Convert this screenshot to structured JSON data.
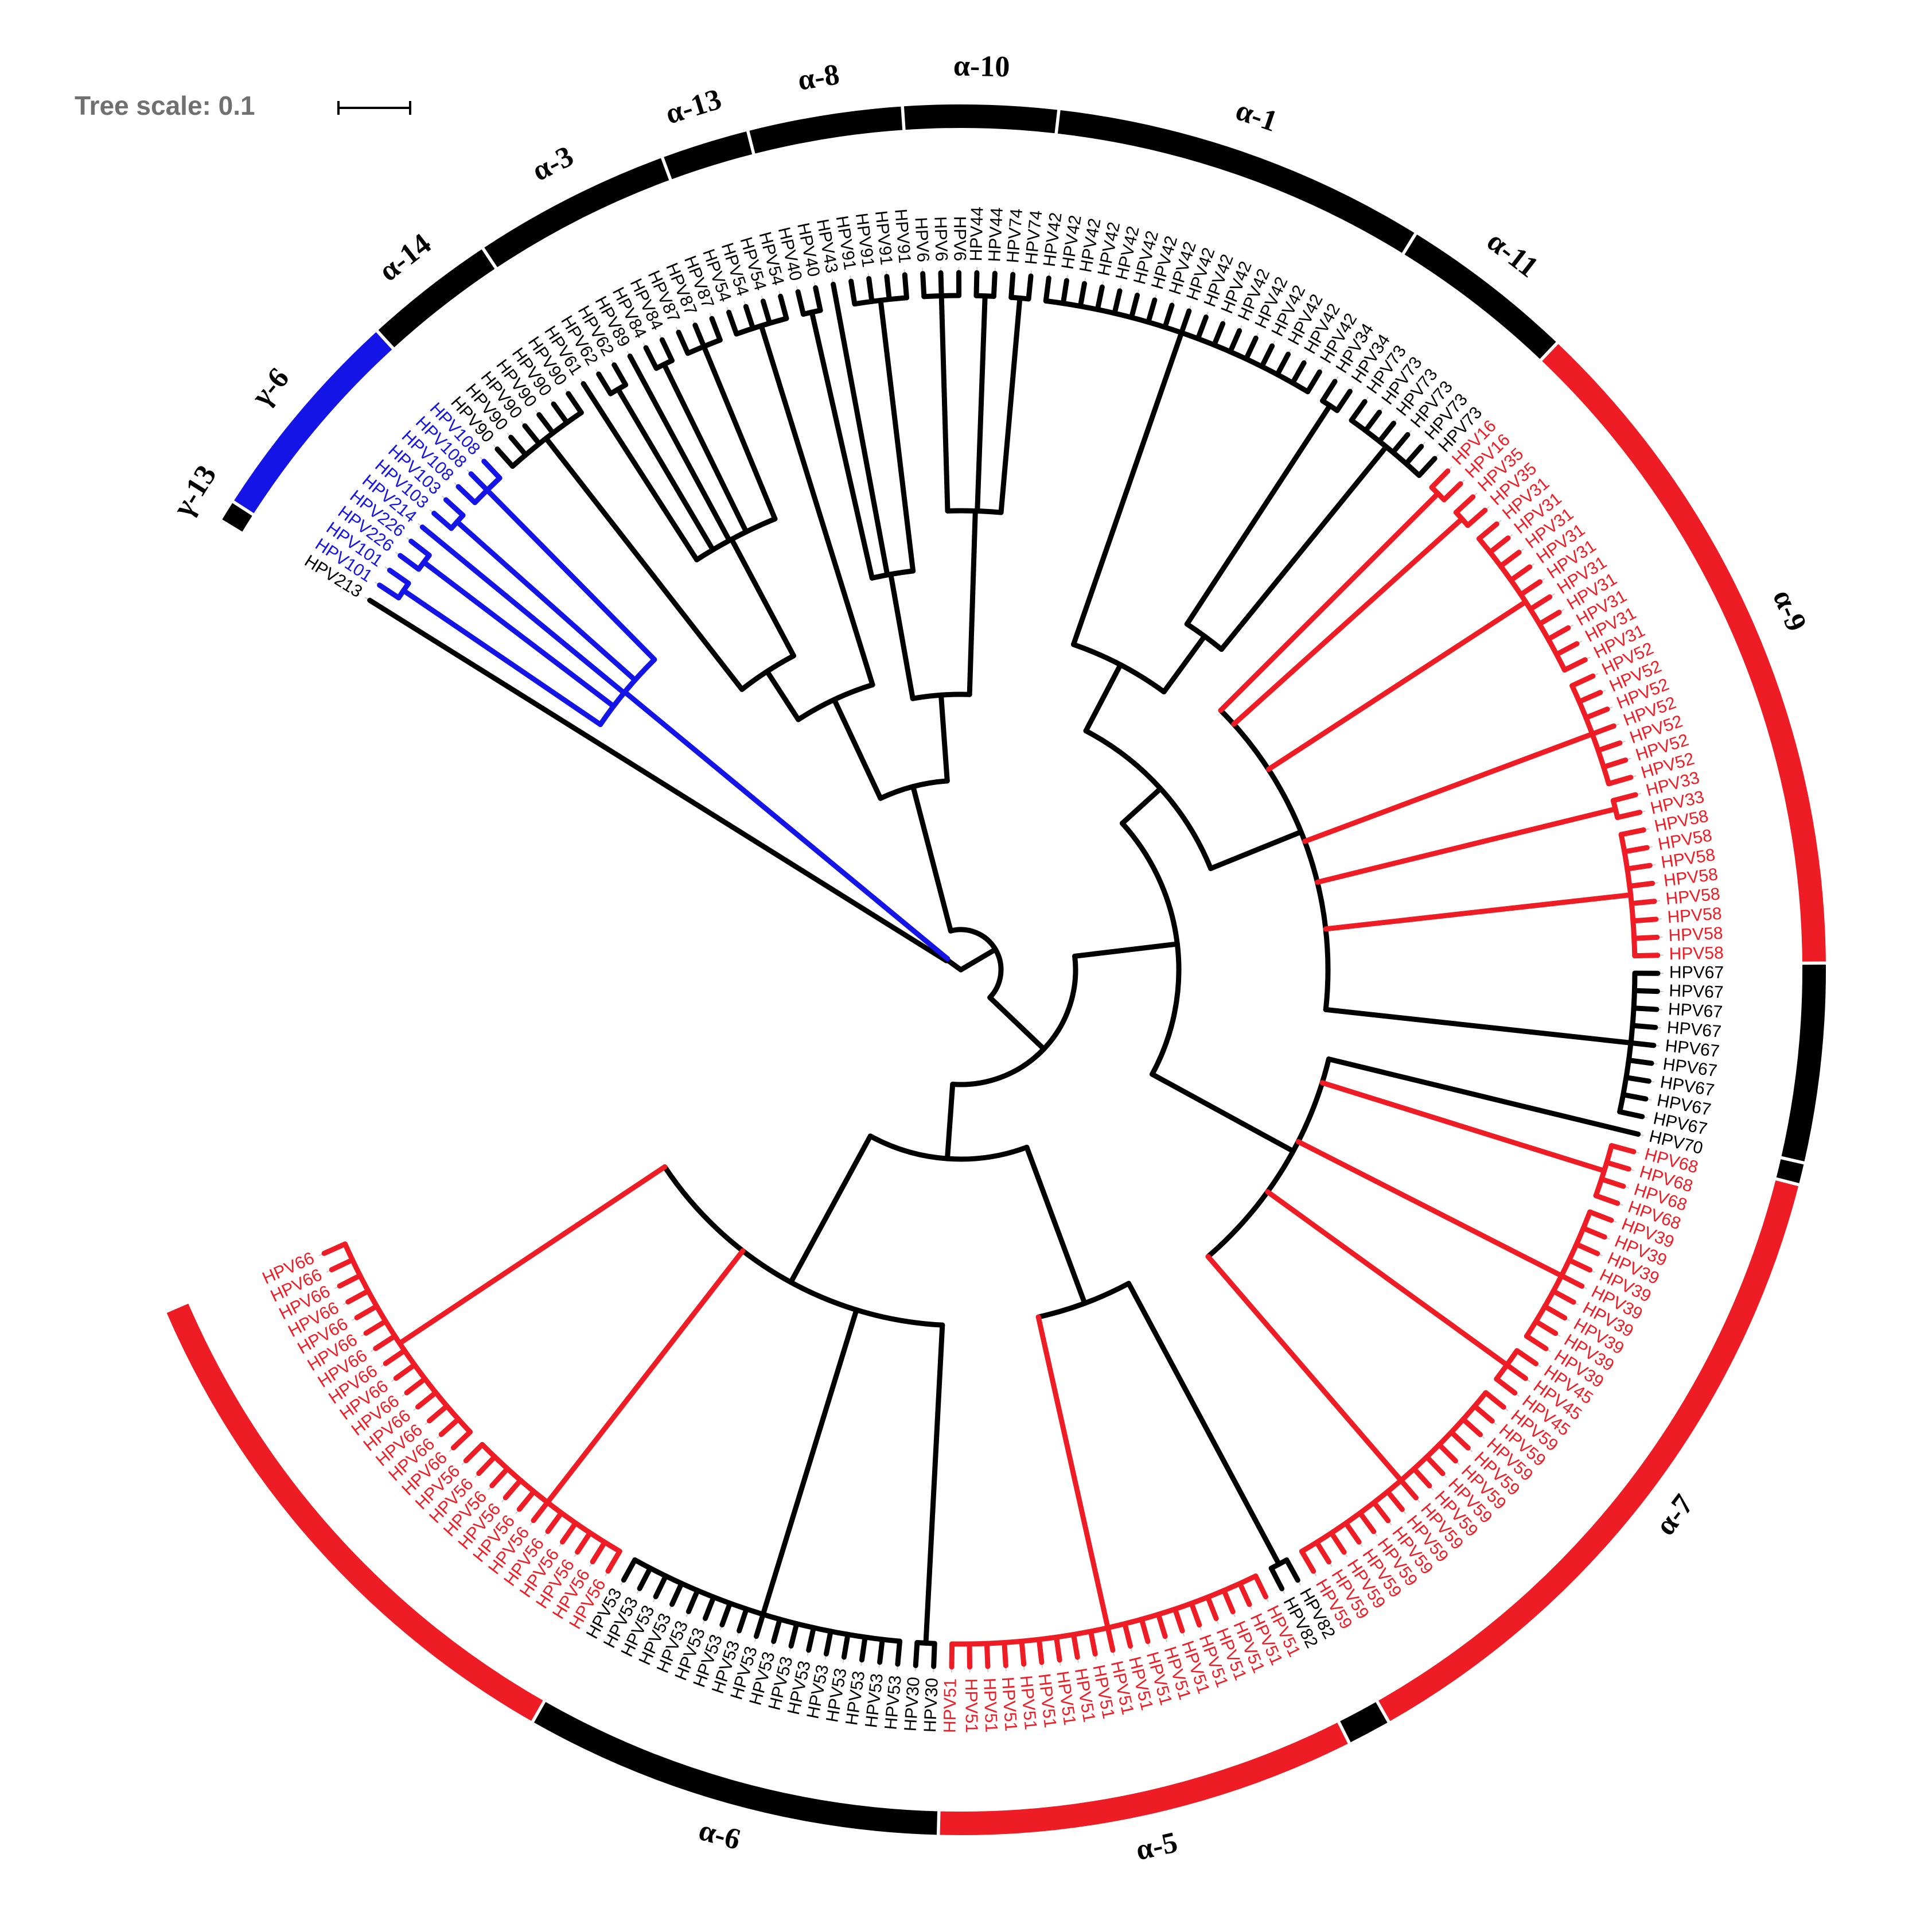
{
  "figure": {
    "scale_label": "Tree scale: 0.1",
    "colors": {
      "black": "#000000",
      "red": "#ee1c25",
      "blue": "#1414e6",
      "scale_text": "#707070"
    }
  },
  "leaves": [
    {
      "label": "HPV213",
      "group": "gamma-13",
      "color": "black"
    },
    {
      "label": "HPV101",
      "group": "gamma-6",
      "color": "blue"
    },
    {
      "label": "HPV101",
      "group": "gamma-6",
      "color": "blue"
    },
    {
      "label": "HPV226",
      "group": "gamma-6",
      "color": "blue"
    },
    {
      "label": "HPV226",
      "group": "gamma-6",
      "color": "blue"
    },
    {
      "label": "HPV214",
      "group": "gamma-6",
      "color": "blue"
    },
    {
      "label": "HPV103",
      "group": "gamma-6",
      "color": "blue"
    },
    {
      "label": "HPV103",
      "group": "gamma-6",
      "color": "blue"
    },
    {
      "label": "HPV108",
      "group": "gamma-6",
      "color": "blue"
    },
    {
      "label": "HPV108",
      "group": "gamma-6",
      "color": "blue"
    },
    {
      "label": "HPV108",
      "group": "gamma-6",
      "color": "blue"
    },
    {
      "label": "HPV90",
      "group": "alpha-14",
      "color": "black"
    },
    {
      "label": "HPV90",
      "group": "alpha-14",
      "color": "black"
    },
    {
      "label": "HPV90",
      "group": "alpha-14",
      "color": "black"
    },
    {
      "label": "HPV90",
      "group": "alpha-14",
      "color": "black"
    },
    {
      "label": "HPV90",
      "group": "alpha-14",
      "color": "black"
    },
    {
      "label": "HPV90",
      "group": "alpha-14",
      "color": "black"
    },
    {
      "label": "HPV61",
      "group": "alpha-3",
      "color": "black"
    },
    {
      "label": "HPV62",
      "group": "alpha-3",
      "color": "black"
    },
    {
      "label": "HPV62",
      "group": "alpha-3",
      "color": "black"
    },
    {
      "label": "HPV89",
      "group": "alpha-3",
      "color": "black"
    },
    {
      "label": "HPV84",
      "group": "alpha-3",
      "color": "black"
    },
    {
      "label": "HPV84",
      "group": "alpha-3",
      "color": "black"
    },
    {
      "label": "HPV87",
      "group": "alpha-3",
      "color": "black"
    },
    {
      "label": "HPV87",
      "group": "alpha-3",
      "color": "black"
    },
    {
      "label": "HPV87",
      "group": "alpha-3",
      "color": "black"
    },
    {
      "label": "HPV54",
      "group": "alpha-13",
      "color": "black"
    },
    {
      "label": "HPV54",
      "group": "alpha-13",
      "color": "black"
    },
    {
      "label": "HPV54",
      "group": "alpha-13",
      "color": "black"
    },
    {
      "label": "HPV54",
      "group": "alpha-13",
      "color": "black"
    },
    {
      "label": "HPV40",
      "group": "alpha-8",
      "color": "black"
    },
    {
      "label": "HPV40",
      "group": "alpha-8",
      "color": "black"
    },
    {
      "label": "HPV43",
      "group": "alpha-8",
      "color": "black"
    },
    {
      "label": "HPV91",
      "group": "alpha-8",
      "color": "black"
    },
    {
      "label": "HPV91",
      "group": "alpha-8",
      "color": "black"
    },
    {
      "label": "HPV91",
      "group": "alpha-8",
      "color": "black"
    },
    {
      "label": "HPV91",
      "group": "alpha-8",
      "color": "black"
    },
    {
      "label": "HPV6",
      "group": "alpha-10",
      "color": "black"
    },
    {
      "label": "HPV6",
      "group": "alpha-10",
      "color": "black"
    },
    {
      "label": "HPV6",
      "group": "alpha-10",
      "color": "black"
    },
    {
      "label": "HPV44",
      "group": "alpha-10",
      "color": "black"
    },
    {
      "label": "HPV44",
      "group": "alpha-10",
      "color": "black"
    },
    {
      "label": "HPV74",
      "group": "alpha-10",
      "color": "black"
    },
    {
      "label": "HPV74",
      "group": "alpha-10",
      "color": "black"
    },
    {
      "label": "HPV42",
      "group": "alpha-1",
      "color": "black"
    },
    {
      "label": "HPV42",
      "group": "alpha-1",
      "color": "black"
    },
    {
      "label": "HPV42",
      "group": "alpha-1",
      "color": "black"
    },
    {
      "label": "HPV42",
      "group": "alpha-1",
      "color": "black"
    },
    {
      "label": "HPV42",
      "group": "alpha-1",
      "color": "black"
    },
    {
      "label": "HPV42",
      "group": "alpha-1",
      "color": "black"
    },
    {
      "label": "HPV42",
      "group": "alpha-1",
      "color": "black"
    },
    {
      "label": "HPV42",
      "group": "alpha-1",
      "color": "black"
    },
    {
      "label": "HPV42",
      "group": "alpha-1",
      "color": "black"
    },
    {
      "label": "HPV42",
      "group": "alpha-1",
      "color": "black"
    },
    {
      "label": "HPV42",
      "group": "alpha-1",
      "color": "black"
    },
    {
      "label": "HPV42",
      "group": "alpha-1",
      "color": "black"
    },
    {
      "label": "HPV42",
      "group": "alpha-1",
      "color": "black"
    },
    {
      "label": "HPV42",
      "group": "alpha-1",
      "color": "black"
    },
    {
      "label": "HPV42",
      "group": "alpha-1",
      "color": "black"
    },
    {
      "label": "HPV42",
      "group": "alpha-1",
      "color": "black"
    },
    {
      "label": "HPV42",
      "group": "alpha-1",
      "color": "black"
    },
    {
      "label": "HPV34",
      "group": "alpha-11",
      "color": "black"
    },
    {
      "label": "HPV34",
      "group": "alpha-11",
      "color": "black"
    },
    {
      "label": "HPV73",
      "group": "alpha-11",
      "color": "black"
    },
    {
      "label": "HPV73",
      "group": "alpha-11",
      "color": "black"
    },
    {
      "label": "HPV73",
      "group": "alpha-11",
      "color": "black"
    },
    {
      "label": "HPV73",
      "group": "alpha-11",
      "color": "black"
    },
    {
      "label": "HPV73",
      "group": "alpha-11",
      "color": "black"
    },
    {
      "label": "HPV73",
      "group": "alpha-11",
      "color": "black"
    },
    {
      "label": "HPV16",
      "group": "alpha-9",
      "color": "red"
    },
    {
      "label": "HPV16",
      "group": "alpha-9",
      "color": "red"
    },
    {
      "label": "HPV35",
      "group": "alpha-9",
      "color": "red"
    },
    {
      "label": "HPV35",
      "group": "alpha-9",
      "color": "red"
    },
    {
      "label": "HPV31",
      "group": "alpha-9",
      "color": "red"
    },
    {
      "label": "HPV31",
      "group": "alpha-9",
      "color": "red"
    },
    {
      "label": "HPV31",
      "group": "alpha-9",
      "color": "red"
    },
    {
      "label": "HPV31",
      "group": "alpha-9",
      "color": "red"
    },
    {
      "label": "HPV31",
      "group": "alpha-9",
      "color": "red"
    },
    {
      "label": "HPV31",
      "group": "alpha-9",
      "color": "red"
    },
    {
      "label": "HPV31",
      "group": "alpha-9",
      "color": "red"
    },
    {
      "label": "HPV31",
      "group": "alpha-9",
      "color": "red"
    },
    {
      "label": "HPV31",
      "group": "alpha-9",
      "color": "red"
    },
    {
      "label": "HPV31",
      "group": "alpha-9",
      "color": "red"
    },
    {
      "label": "HPV52",
      "group": "alpha-9",
      "color": "red"
    },
    {
      "label": "HPV52",
      "group": "alpha-9",
      "color": "red"
    },
    {
      "label": "HPV52",
      "group": "alpha-9",
      "color": "red"
    },
    {
      "label": "HPV52",
      "group": "alpha-9",
      "color": "red"
    },
    {
      "label": "HPV52",
      "group": "alpha-9",
      "color": "red"
    },
    {
      "label": "HPV52",
      "group": "alpha-9",
      "color": "red"
    },
    {
      "label": "HPV52",
      "group": "alpha-9",
      "color": "red"
    },
    {
      "label": "HPV33",
      "group": "alpha-9",
      "color": "red"
    },
    {
      "label": "HPV33",
      "group": "alpha-9",
      "color": "red"
    },
    {
      "label": "HPV58",
      "group": "alpha-9",
      "color": "red"
    },
    {
      "label": "HPV58",
      "group": "alpha-9",
      "color": "red"
    },
    {
      "label": "HPV58",
      "group": "alpha-9",
      "color": "red"
    },
    {
      "label": "HPV58",
      "group": "alpha-9",
      "color": "red"
    },
    {
      "label": "HPV58",
      "group": "alpha-9",
      "color": "red"
    },
    {
      "label": "HPV58",
      "group": "alpha-9",
      "color": "red"
    },
    {
      "label": "HPV58",
      "group": "alpha-9",
      "color": "red"
    },
    {
      "label": "HPV58",
      "group": "alpha-9",
      "color": "red"
    },
    {
      "label": "HPV67",
      "group": "alpha-9",
      "color": "black"
    },
    {
      "label": "HPV67",
      "group": "alpha-9",
      "color": "black"
    },
    {
      "label": "HPV67",
      "group": "alpha-9",
      "color": "black"
    },
    {
      "label": "HPV67",
      "group": "alpha-9",
      "color": "black"
    },
    {
      "label": "HPV67",
      "group": "alpha-9",
      "color": "black"
    },
    {
      "label": "HPV67",
      "group": "alpha-9",
      "color": "black"
    },
    {
      "label": "HPV67",
      "group": "alpha-9",
      "color": "black"
    },
    {
      "label": "HPV67",
      "group": "alpha-9",
      "color": "black"
    },
    {
      "label": "HPV67",
      "group": "alpha-9",
      "color": "black"
    },
    {
      "label": "HPV70",
      "group": "alpha-7",
      "color": "black"
    },
    {
      "label": "HPV68",
      "group": "alpha-7",
      "color": "red"
    },
    {
      "label": "HPV68",
      "group": "alpha-7",
      "color": "red"
    },
    {
      "label": "HPV68",
      "group": "alpha-7",
      "color": "red"
    },
    {
      "label": "HPV68",
      "group": "alpha-7",
      "color": "red"
    },
    {
      "label": "HPV39",
      "group": "alpha-7",
      "color": "red"
    },
    {
      "label": "HPV39",
      "group": "alpha-7",
      "color": "red"
    },
    {
      "label": "HPV39",
      "group": "alpha-7",
      "color": "red"
    },
    {
      "label": "HPV39",
      "group": "alpha-7",
      "color": "red"
    },
    {
      "label": "HPV39",
      "group": "alpha-7",
      "color": "red"
    },
    {
      "label": "HPV39",
      "group": "alpha-7",
      "color": "red"
    },
    {
      "label": "HPV39",
      "group": "alpha-7",
      "color": "red"
    },
    {
      "label": "HPV39",
      "group": "alpha-7",
      "color": "red"
    },
    {
      "label": "HPV39",
      "group": "alpha-7",
      "color": "red"
    },
    {
      "label": "HPV45",
      "group": "alpha-7",
      "color": "red"
    },
    {
      "label": "HPV45",
      "group": "alpha-7",
      "color": "red"
    },
    {
      "label": "HPV45",
      "group": "alpha-7",
      "color": "red"
    },
    {
      "label": "HPV59",
      "group": "alpha-7",
      "color": "red"
    },
    {
      "label": "HPV59",
      "group": "alpha-7",
      "color": "red"
    },
    {
      "label": "HPV59",
      "group": "alpha-7",
      "color": "red"
    },
    {
      "label": "HPV59",
      "group": "alpha-7",
      "color": "red"
    },
    {
      "label": "HPV59",
      "group": "alpha-7",
      "color": "red"
    },
    {
      "label": "HPV59",
      "group": "alpha-7",
      "color": "red"
    },
    {
      "label": "HPV59",
      "group": "alpha-7",
      "color": "red"
    },
    {
      "label": "HPV59",
      "group": "alpha-7",
      "color": "red"
    },
    {
      "label": "HPV59",
      "group": "alpha-7",
      "color": "red"
    },
    {
      "label": "HPV59",
      "group": "alpha-7",
      "color": "red"
    },
    {
      "label": "HPV59",
      "group": "alpha-7",
      "color": "red"
    },
    {
      "label": "HPV59",
      "group": "alpha-7",
      "color": "red"
    },
    {
      "label": "HPV59",
      "group": "alpha-7",
      "color": "red"
    },
    {
      "label": "HPV59",
      "group": "alpha-7",
      "color": "red"
    },
    {
      "label": "HPV59",
      "group": "alpha-7",
      "color": "red"
    },
    {
      "label": "HPV82",
      "group": "alpha-5",
      "color": "black"
    },
    {
      "label": "HPV82",
      "group": "alpha-5",
      "color": "black"
    },
    {
      "label": "HPV51",
      "group": "alpha-5",
      "color": "red"
    },
    {
      "label": "HPV51",
      "group": "alpha-5",
      "color": "red"
    },
    {
      "label": "HPV51",
      "group": "alpha-5",
      "color": "red"
    },
    {
      "label": "HPV51",
      "group": "alpha-5",
      "color": "red"
    },
    {
      "label": "HPV51",
      "group": "alpha-5",
      "color": "red"
    },
    {
      "label": "HPV51",
      "group": "alpha-5",
      "color": "red"
    },
    {
      "label": "HPV51",
      "group": "alpha-5",
      "color": "red"
    },
    {
      "label": "HPV51",
      "group": "alpha-5",
      "color": "red"
    },
    {
      "label": "HPV51",
      "group": "alpha-5",
      "color": "red"
    },
    {
      "label": "HPV51",
      "group": "alpha-5",
      "color": "red"
    },
    {
      "label": "HPV51",
      "group": "alpha-5",
      "color": "red"
    },
    {
      "label": "HPV51",
      "group": "alpha-5",
      "color": "red"
    },
    {
      "label": "HPV51",
      "group": "alpha-5",
      "color": "red"
    },
    {
      "label": "HPV51",
      "group": "alpha-5",
      "color": "red"
    },
    {
      "label": "HPV51",
      "group": "alpha-5",
      "color": "red"
    },
    {
      "label": "HPV51",
      "group": "alpha-5",
      "color": "red"
    },
    {
      "label": "HPV51",
      "group": "alpha-5",
      "color": "red"
    },
    {
      "label": "HPV51",
      "group": "alpha-5",
      "color": "red"
    },
    {
      "label": "HPV51",
      "group": "alpha-5",
      "color": "red"
    },
    {
      "label": "HPV30",
      "group": "alpha-6",
      "color": "black"
    },
    {
      "label": "HPV30",
      "group": "alpha-6",
      "color": "black"
    },
    {
      "label": "HPV53",
      "group": "alpha-6",
      "color": "black"
    },
    {
      "label": "HPV53",
      "group": "alpha-6",
      "color": "black"
    },
    {
      "label": "HPV53",
      "group": "alpha-6",
      "color": "black"
    },
    {
      "label": "HPV53",
      "group": "alpha-6",
      "color": "black"
    },
    {
      "label": "HPV53",
      "group": "alpha-6",
      "color": "black"
    },
    {
      "label": "HPV53",
      "group": "alpha-6",
      "color": "black"
    },
    {
      "label": "HPV53",
      "group": "alpha-6",
      "color": "black"
    },
    {
      "label": "HPV53",
      "group": "alpha-6",
      "color": "black"
    },
    {
      "label": "HPV53",
      "group": "alpha-6",
      "color": "black"
    },
    {
      "label": "HPV53",
      "group": "alpha-6",
      "color": "black"
    },
    {
      "label": "HPV53",
      "group": "alpha-6",
      "color": "black"
    },
    {
      "label": "HPV53",
      "group": "alpha-6",
      "color": "black"
    },
    {
      "label": "HPV53",
      "group": "alpha-6",
      "color": "black"
    },
    {
      "label": "HPV53",
      "group": "alpha-6",
      "color": "black"
    },
    {
      "label": "HPV53",
      "group": "alpha-6",
      "color": "black"
    },
    {
      "label": "HPV53",
      "group": "alpha-6",
      "color": "black"
    },
    {
      "label": "HPV53",
      "group": "alpha-6",
      "color": "black"
    },
    {
      "label": "HPV56",
      "group": "alpha-6",
      "color": "red"
    },
    {
      "label": "HPV56",
      "group": "alpha-6",
      "color": "red"
    },
    {
      "label": "HPV56",
      "group": "alpha-6",
      "color": "red"
    },
    {
      "label": "HPV56",
      "group": "alpha-6",
      "color": "red"
    },
    {
      "label": "HPV56",
      "group": "alpha-6",
      "color": "red"
    },
    {
      "label": "HPV56",
      "group": "alpha-6",
      "color": "red"
    },
    {
      "label": "HPV56",
      "group": "alpha-6",
      "color": "red"
    },
    {
      "label": "HPV56",
      "group": "alpha-6",
      "color": "red"
    },
    {
      "label": "HPV56",
      "group": "alpha-6",
      "color": "red"
    },
    {
      "label": "HPV56",
      "group": "alpha-6",
      "color": "red"
    },
    {
      "label": "HPV56",
      "group": "alpha-6",
      "color": "red"
    },
    {
      "label": "HPV66",
      "group": "alpha-6",
      "color": "red"
    },
    {
      "label": "HPV66",
      "group": "alpha-6",
      "color": "red"
    },
    {
      "label": "HPV66",
      "group": "alpha-6",
      "color": "red"
    },
    {
      "label": "HPV66",
      "group": "alpha-6",
      "color": "red"
    },
    {
      "label": "HPV66",
      "group": "alpha-6",
      "color": "red"
    },
    {
      "label": "HPV66",
      "group": "alpha-6",
      "color": "red"
    },
    {
      "label": "HPV66",
      "group": "alpha-6",
      "color": "red"
    },
    {
      "label": "HPV66",
      "group": "alpha-6",
      "color": "red"
    },
    {
      "label": "HPV66",
      "group": "alpha-6",
      "color": "red"
    },
    {
      "label": "HPV66",
      "group": "alpha-6",
      "color": "red"
    },
    {
      "label": "HPV66",
      "group": "alpha-6",
      "color": "red"
    },
    {
      "label": "HPV66",
      "group": "alpha-6",
      "color": "red"
    },
    {
      "label": "HPV66",
      "group": "alpha-6",
      "color": "red"
    },
    {
      "label": "HPV66",
      "group": "alpha-6",
      "color": "red"
    }
  ],
  "clades": [
    {
      "id": "gamma-13",
      "label": "γ-13",
      "color": "black"
    },
    {
      "id": "gamma-6",
      "label": "γ-6",
      "color": "blue"
    },
    {
      "id": "alpha-14",
      "label": "α-14",
      "color": "black"
    },
    {
      "id": "alpha-3",
      "label": "α-3",
      "color": "black"
    },
    {
      "id": "alpha-13",
      "label": "α-13",
      "color": "black"
    },
    {
      "id": "alpha-8",
      "label": "α-8",
      "color": "black"
    },
    {
      "id": "alpha-10",
      "label": "α-10",
      "color": "black"
    },
    {
      "id": "alpha-1",
      "label": "α-1",
      "color": "black"
    },
    {
      "id": "alpha-11",
      "label": "α-11",
      "color": "black"
    },
    {
      "id": "alpha-9",
      "label": "α-9",
      "color": "red",
      "members": [
        "HPV16",
        "HPV35",
        "HPV31",
        "HPV52",
        "HPV33",
        "HPV58"
      ]
    },
    {
      "id": "alpha-9",
      "label": "",
      "color": "black",
      "members": [
        "HPV67"
      ]
    },
    {
      "id": "alpha-7",
      "label": "",
      "color": "black",
      "members": [
        "HPV70"
      ]
    },
    {
      "id": "alpha-7",
      "label": "α-7",
      "color": "red",
      "members": [
        "HPV68",
        "HPV39",
        "HPV45",
        "HPV59"
      ]
    },
    {
      "id": "alpha-5",
      "label": "",
      "color": "black",
      "members": [
        "HPV82"
      ]
    },
    {
      "id": "alpha-5",
      "label": "α-5",
      "color": "red",
      "members": [
        "HPV51"
      ]
    },
    {
      "id": "alpha-6",
      "label": "α-6",
      "color": "black",
      "members": [
        "HPV30",
        "HPV53"
      ]
    },
    {
      "id": "alpha-6",
      "label": "",
      "color": "red",
      "members": [
        "HPV56",
        "HPV66"
      ]
    }
  ]
}
